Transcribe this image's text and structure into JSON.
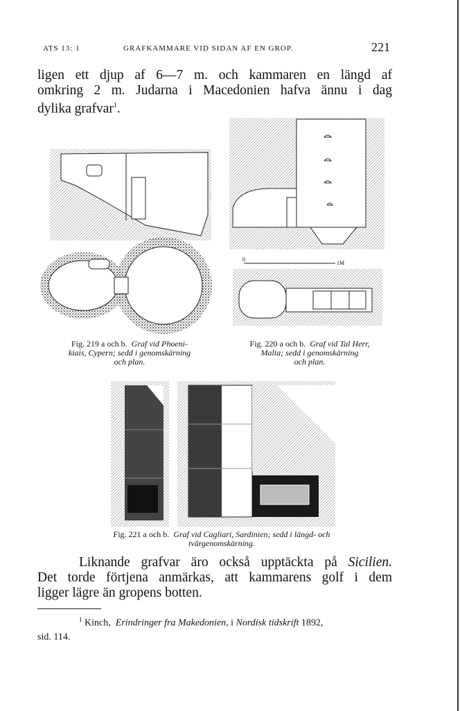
{
  "header": {
    "left": "ATS 13: 1",
    "title": "GRAFKAMMARE VID SIDAN AF EN GROP.",
    "page_number": "221"
  },
  "paragraph1": [
    "ligen ett djup af 6—7 m. och kammaren en längd af",
    "omkring 2 m.  Judarna i Macedonien hafva ännu i dag",
    "dylika grafvar",
    "1",
    "."
  ],
  "figures": [
    {
      "label": "Fig. 219 a och b.",
      "caption_italic": "Graf vid Phoeni-kiais, Cypern; sedd i genomskärning och plan.",
      "line1a": "Fig. 219 a och b.",
      "line1b": "Graf vid Phoeni-",
      "line2": "kiais, Cypern; sedd i genomskärning",
      "line3": "och plan."
    },
    {
      "line1a": "Fig. 220 a och b.",
      "line1b": "Graf vid Tal Herr,",
      "line2": "Malta; sedd i genomskärning",
      "line3": "och plan.",
      "scale_start": "0",
      "scale_end": "1M"
    },
    {
      "line1a": "Fig. 221 a och b.",
      "line1b": "Graf vid Cagliari, Sardinien; sedd i längd- och",
      "line2": "tvärgenomskärning."
    }
  ],
  "paragraph2": {
    "before": "Liknande grafvar äro också upptäckta på ",
    "italic": "Sicilien.",
    "line2": "Det torde förtjena anmärkas, att kammarens golf i dem",
    "line3": "ligger lägre än gropens botten."
  },
  "footnote": {
    "mark": "1",
    "author": "Kinch,",
    "title": "Erindringer fra Makedonien,",
    "mid": "i",
    "journal": "Nordisk tidskrift",
    "year": "1892,",
    "line2": "sid. 114."
  }
}
